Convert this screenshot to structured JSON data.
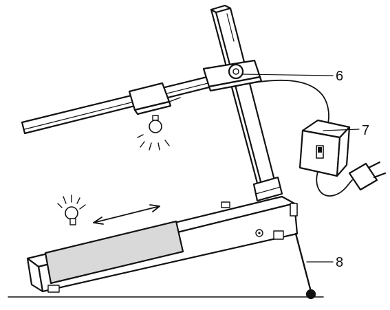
{
  "callouts": {
    "label_6": "6",
    "label_7": "7",
    "label_8": "8"
  },
  "colors": {
    "ink": "#111111",
    "paper": "#ffffff",
    "lamp_housing": "#d9d9d9"
  },
  "icons": {
    "upper_lamp": "light-bulb-icon",
    "base_lamp": "light-bulb-icon",
    "travel_arrow": "double-arrow-icon",
    "plug": "power-plug-icon"
  }
}
